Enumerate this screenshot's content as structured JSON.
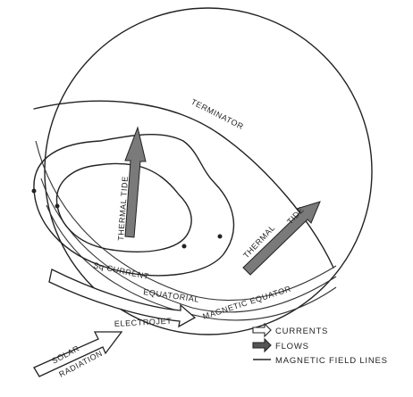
{
  "labels": {
    "terminator": "TERMINATOR",
    "thermal_tide_left": "THERMAL TIDE",
    "thermal_tide_right_1": "THERMAL",
    "thermal_tide_right_2": "TIDE",
    "sq_current": "Sq CURRENT",
    "equatorial": "EQUATORIAL",
    "electrojet": "ELECTROJET",
    "magnetic_equator": "MAGNETIC EQUATOR",
    "solar_radiation_1": "SOLAR",
    "solar_radiation_2": "RADIATION"
  },
  "legend": {
    "currents": "CURRENTS",
    "flows": "FLOWS",
    "field_lines": "MAGNETIC FIELD LINES"
  },
  "colors": {
    "ink": "#222222",
    "flow_fill": "#7a7a7a",
    "background": "#ffffff"
  }
}
